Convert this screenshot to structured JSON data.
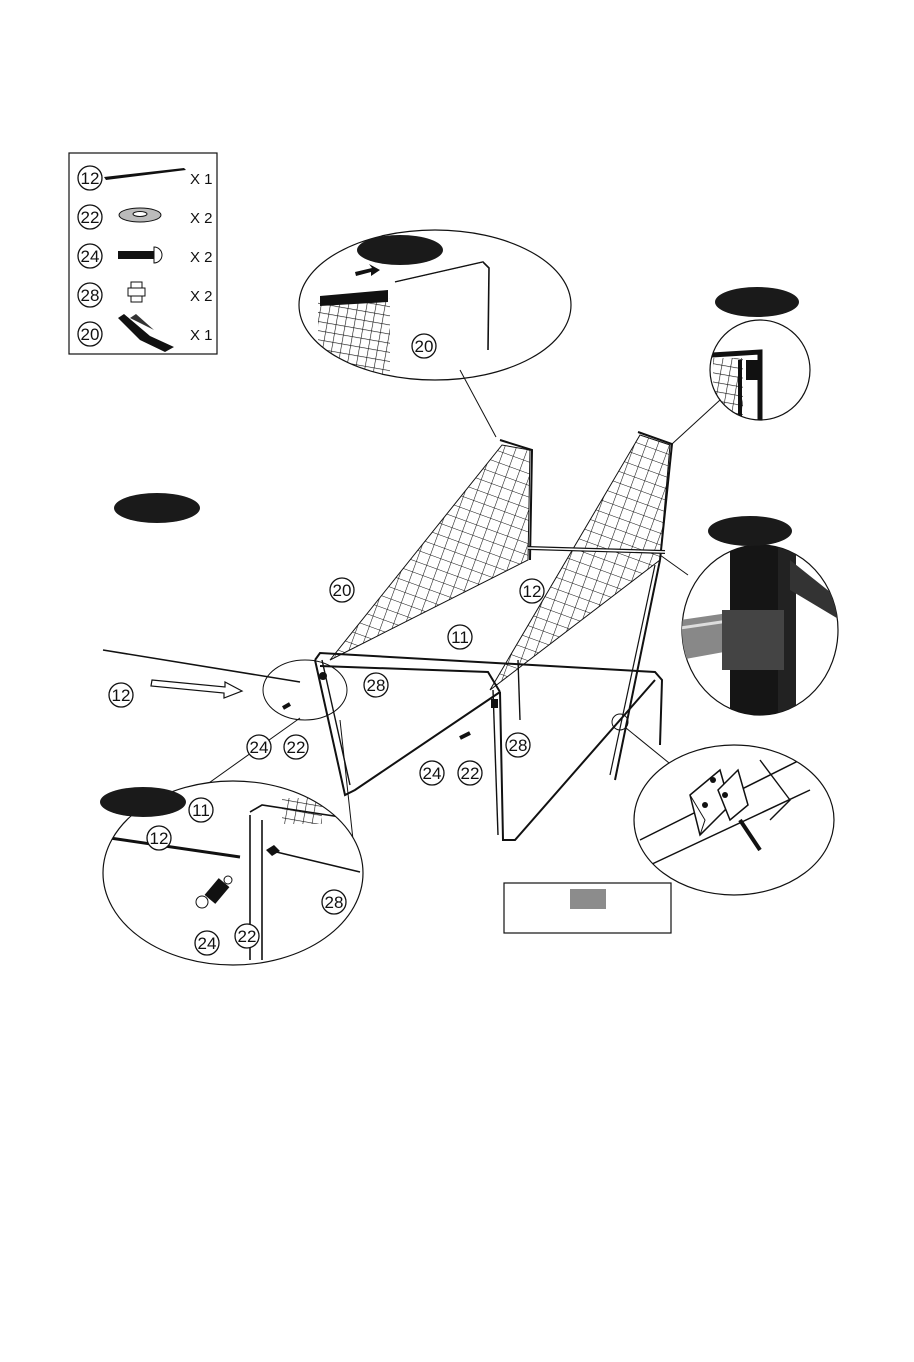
{
  "parts_list": [
    {
      "number": "12",
      "qty": "X 1"
    },
    {
      "number": "22",
      "qty": "X 2"
    },
    {
      "number": "24",
      "qty": "X 2"
    },
    {
      "number": "28",
      "qty": "X 2"
    },
    {
      "number": "20",
      "qty": "X 1"
    }
  ],
  "callouts": {
    "top_detail_20": "20",
    "net_left_20": "20",
    "rear_bar_12": "12",
    "frame_11": "11",
    "front_bar_12": "12",
    "left_28": "28",
    "left_24": "24",
    "left_22": "22",
    "center_28": "28",
    "center_24": "24",
    "center_22": "22",
    "detail_11": "11",
    "detail_12": "12",
    "detail_28": "28",
    "detail_24": "24",
    "detail_22": "22"
  },
  "colors": {
    "ink": "#111111",
    "badge": "#1a1a1a",
    "grey_block": "#8c8c8c"
  }
}
